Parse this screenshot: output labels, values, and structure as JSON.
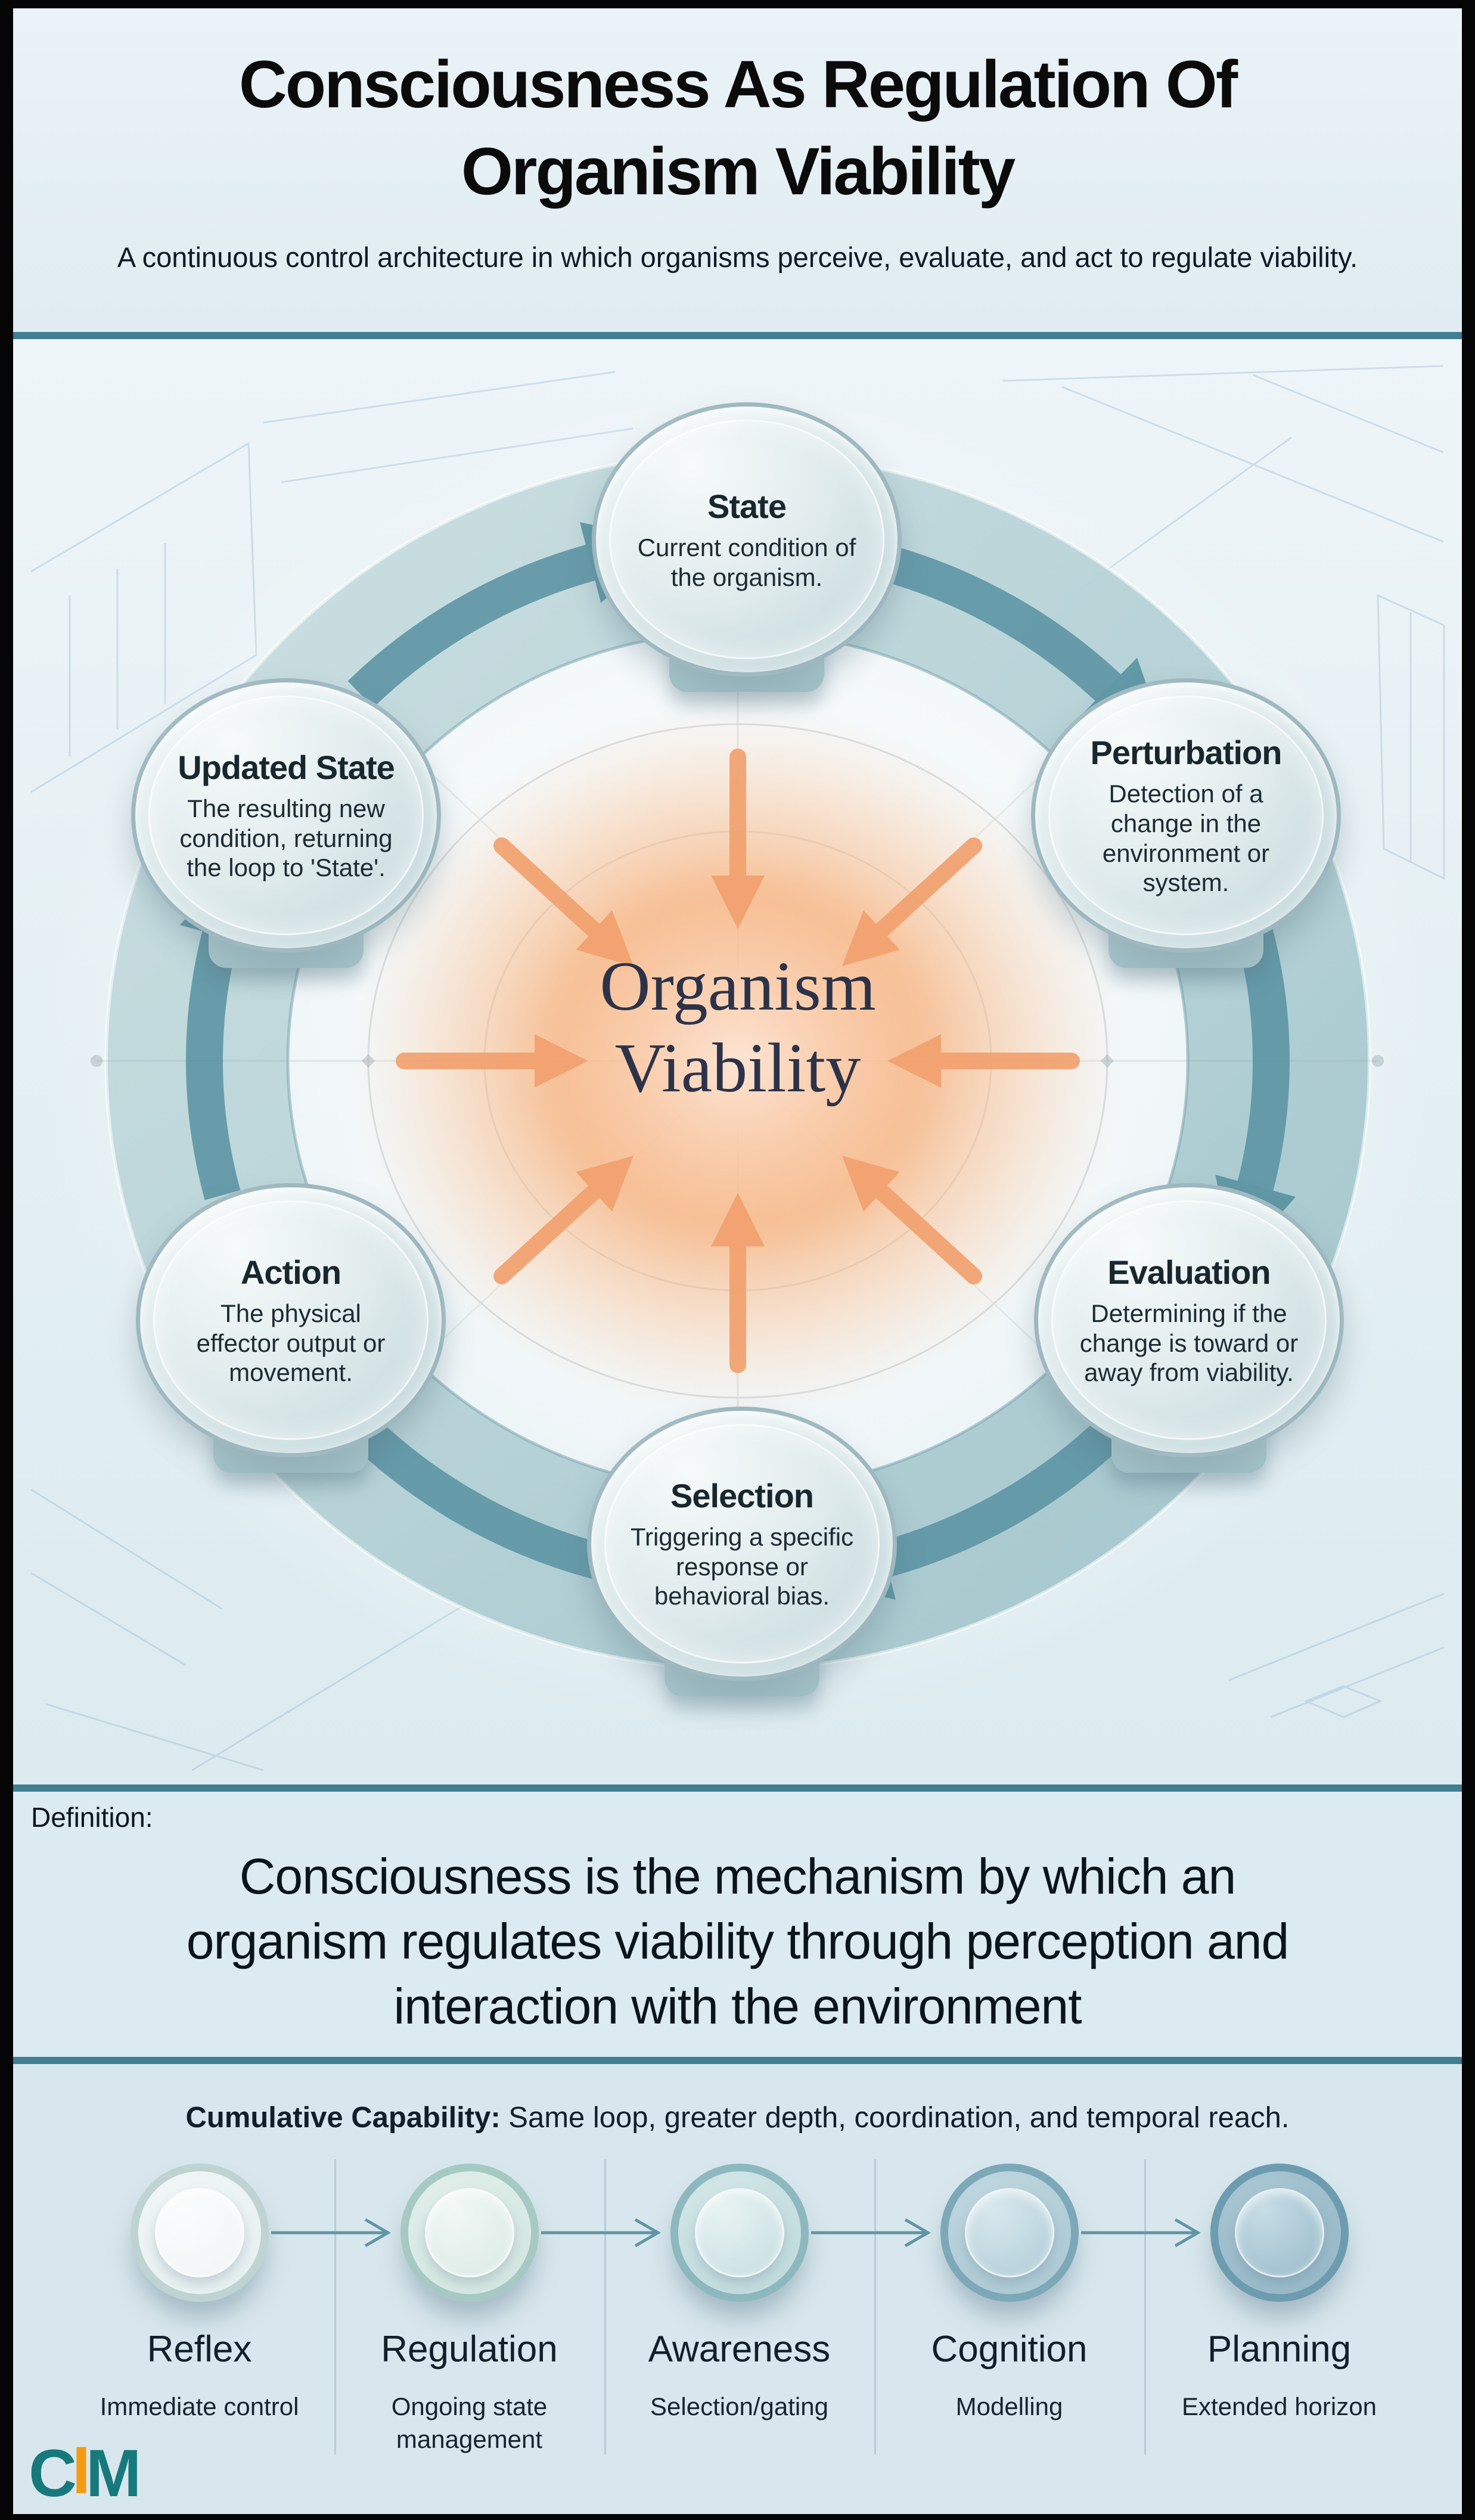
{
  "header": {
    "title_lines": [
      "Consciousness As Regulation Of",
      "Organism Viability"
    ],
    "subtitle": "A continuous control architecture in which organisms perceive, evaluate, and act to regulate viability."
  },
  "diagram": {
    "center_label_lines": [
      "Organism",
      "Viability"
    ],
    "nodes": [
      {
        "title": "State",
        "desc": "Current condition of the organism."
      },
      {
        "title": "Perturbation",
        "desc": "Detection of a change in the environment or system."
      },
      {
        "title": "Evaluation",
        "desc": "Determining if the change is toward or away from viability."
      },
      {
        "title": "Selection",
        "desc": "Triggering a specific response or behavioral bias."
      },
      {
        "title": "Action",
        "desc": "The physical effector output or movement."
      },
      {
        "title": "Updated State",
        "desc": "The resulting new condition, returning the loop to 'State'."
      }
    ]
  },
  "definition": {
    "label": "Definition:",
    "lines": [
      "Consciousness is the mechanism by which an",
      "organism regulates viability through perception and",
      "interaction with the environment"
    ]
  },
  "capabilities": {
    "heading_bold": "Cumulative Capability:",
    "heading_rest": " Same loop, greater depth, coordination, and temporal reach.",
    "stages": [
      {
        "label": "Reflex",
        "sublabel": "Immediate control",
        "colors": {
          "ring": "#bfd3d3",
          "fill": "#e6efef",
          "fill_light": "#f1f7f7",
          "inner": "#eef5f4",
          "inner_light": "#fbfdfd"
        }
      },
      {
        "label": "Regulation",
        "sublabel": "Ongoing state management",
        "colors": {
          "ring": "#a6cac3",
          "fill": "#d2e6e0",
          "fill_light": "#e2efea",
          "inner": "#d9eae5",
          "inner_light": "#f2f8f5"
        }
      },
      {
        "label": "Awareness",
        "sublabel": "Selection/gating",
        "colors": {
          "ring": "#8db8be",
          "fill": "#bedadc",
          "fill_light": "#d4e7e8",
          "inner": "#c5dee0",
          "inner_light": "#e8f3f3"
        }
      },
      {
        "label": "Cognition",
        "sublabel": "Modelling",
        "colors": {
          "ring": "#7da8b7",
          "fill": "#aac8d3",
          "fill_light": "#c1d8e0",
          "inner": "#afccd7",
          "inner_light": "#d8e8ed"
        }
      },
      {
        "label": "Planning",
        "sublabel": "Extended horizon",
        "colors": {
          "ring": "#6d9cb0",
          "fill": "#93b7c7",
          "fill_light": "#abc7d3",
          "inner": "#98bac9",
          "inner_light": "#c6dde6"
        }
      }
    ]
  },
  "logo": {
    "letters": [
      "C",
      "I",
      "M"
    ],
    "teal": "#17797b",
    "orange": "#f39c12"
  },
  "colors": {
    "divider": "#3f7e93",
    "ring_band": "#aecdd1",
    "flow_arrow": "#5992a2",
    "inward_arrow": "#f2a06d",
    "center_glow": "#f5a267",
    "background": "#e3eef3"
  }
}
